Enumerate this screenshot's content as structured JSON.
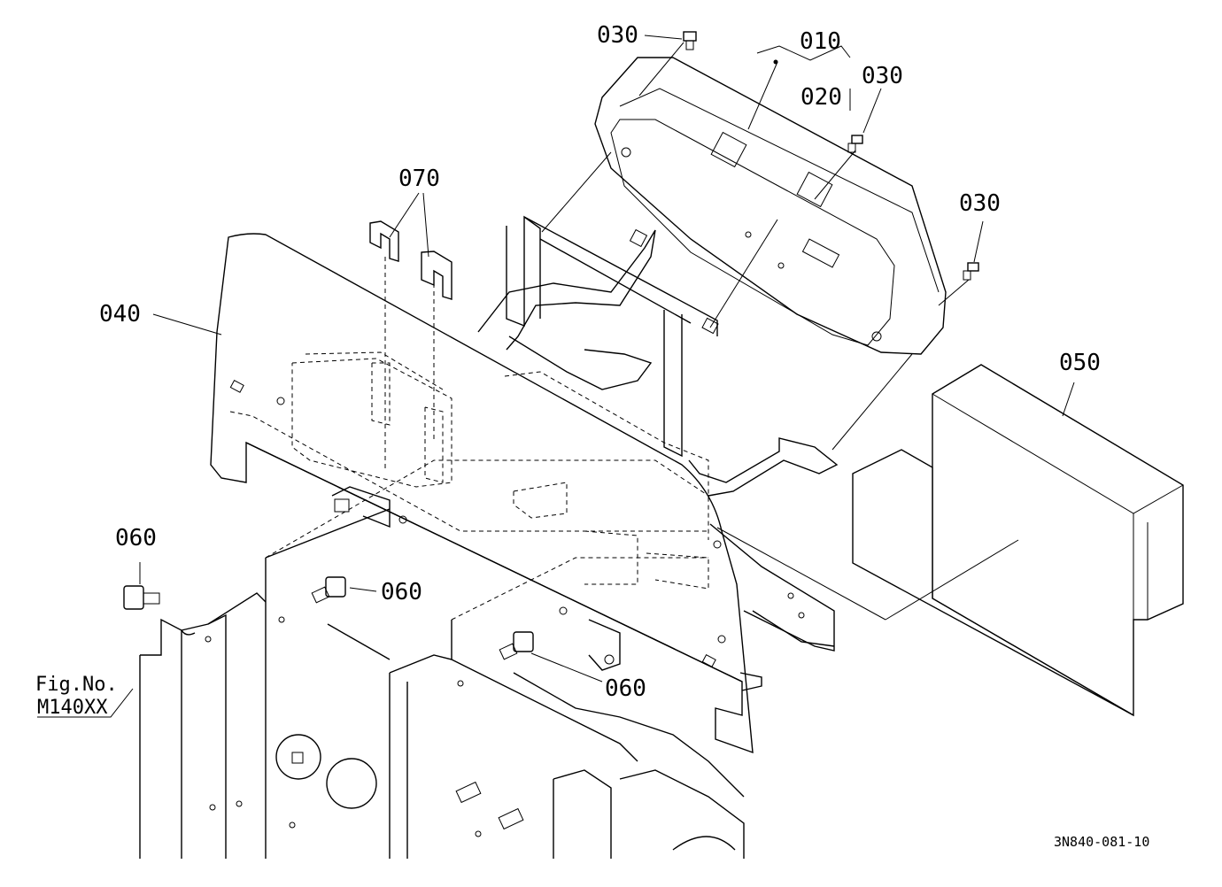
{
  "callouts": {
    "c010": "010",
    "c020": "020",
    "c030a": "030",
    "c030b": "030",
    "c030c": "030",
    "c040": "040",
    "c050": "050",
    "c060a": "060",
    "c060b": "060",
    "c060c": "060",
    "c070": "070"
  },
  "figure_ref": {
    "line1": "Fig.No.",
    "line2": "M140XX"
  },
  "drawing_code": "3N840-081-10"
}
